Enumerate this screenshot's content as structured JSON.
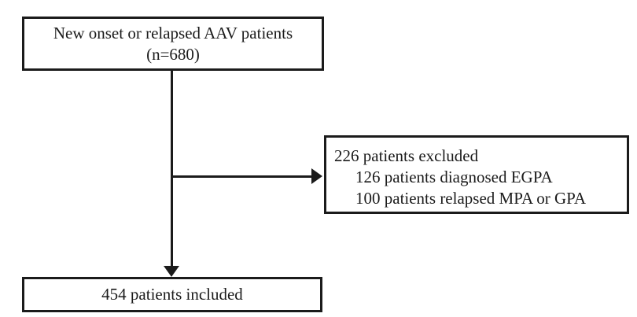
{
  "flowchart": {
    "boxes": {
      "source": {
        "lines": [
          "New onset or relapsed AAV patients",
          "(n=680)"
        ]
      },
      "excluded": {
        "lines": [
          "226 patients excluded",
          "126 patients diagnosed EGPA",
          "100 patients relapsed MPA or GPA"
        ]
      },
      "included": {
        "lines": [
          "454 patients included"
        ]
      }
    },
    "colors": {
      "border": "#1b1b1b",
      "background": "#ffffff",
      "text": "#1b1b1b",
      "arrow": "#1b1b1b"
    }
  }
}
